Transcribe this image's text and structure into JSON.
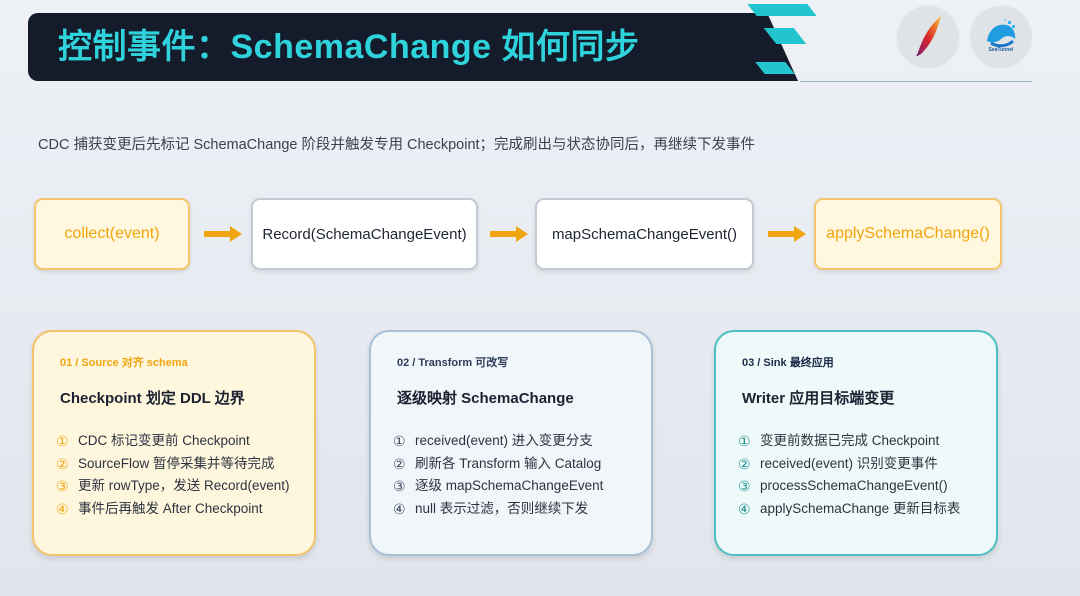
{
  "header": {
    "title": "控制事件：SchemaChange 如何同步",
    "logos": [
      "apache-feather-icon",
      "seatunnel-icon"
    ],
    "seatunnel_caption": "SeaTunnel"
  },
  "subtitle": "CDC 捕获变更后先标记 SchemaChange 阶段并触发专用 Checkpoint；完成刷出与状态协同后，再继续下发事件",
  "flow": {
    "steps": [
      "collect(event)",
      "Record(SchemaChangeEvent)",
      "mapSchemaChangeEvent()",
      "applySchemaChange()"
    ]
  },
  "cards": [
    {
      "tag": "01 / Source 对齐 schema",
      "title": "Checkpoint 划定 DDL 边界",
      "items": [
        {
          "num": "①",
          "text": "CDC 标记变更前 Checkpoint"
        },
        {
          "num": "②",
          "text": "SourceFlow 暂停采集并等待完成"
        },
        {
          "num": "③",
          "text": "更新 rowType，发送 Record(event)"
        },
        {
          "num": "④",
          "text": "事件后再触发 After Checkpoint"
        }
      ]
    },
    {
      "tag": "02 / Transform 可改写",
      "title": "逐级映射 SchemaChange",
      "items": [
        {
          "num": "①",
          "text": "received(event) 进入变更分支"
        },
        {
          "num": "②",
          "text": "刷新各 Transform 输入 Catalog"
        },
        {
          "num": "③",
          "text": "逐级 mapSchemaChangeEvent"
        },
        {
          "num": "④",
          "text": "null 表示过滤，否则继续下发"
        }
      ]
    },
    {
      "tag": "03 / Sink 最终应用",
      "title": "Writer 应用目标端变更",
      "items": [
        {
          "num": "①",
          "text": "变更前数据已完成 Checkpoint"
        },
        {
          "num": "②",
          "text": "received(event) 识别变更事件"
        },
        {
          "num": "③",
          "text": "processSchemaChangeEvent()"
        },
        {
          "num": "④",
          "text": "applySchemaChange 更新目标表"
        }
      ]
    }
  ],
  "colors": {
    "accent_cyan": "#2fd3dc",
    "banner_dark": "#141c2b",
    "orange": "#f0a50f",
    "teal": "#4ec0c0"
  }
}
